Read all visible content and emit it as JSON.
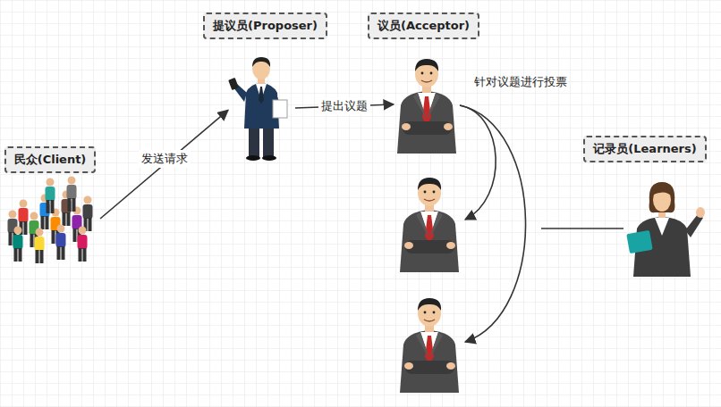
{
  "diagram": {
    "nodes": [
      {
        "text": [
          "民众(Client)"
        ]
      },
      {
        "text": [
          "提议员(Proposer)"
        ]
      },
      {
        "text": [
          "议员(Acceptor)"
        ]
      },
      {
        "text": [
          "记录员(Learners)"
        ]
      }
    ],
    "edges": [
      {
        "from": 0,
        "to": 1,
        "label": "发送请求",
        "arrow": "to"
      },
      {
        "from": 1,
        "to": 2,
        "label": "提出议题",
        "arrow": "to"
      }
    ],
    "labels": [
      "针对议题进行投票"
    ]
  }
}
